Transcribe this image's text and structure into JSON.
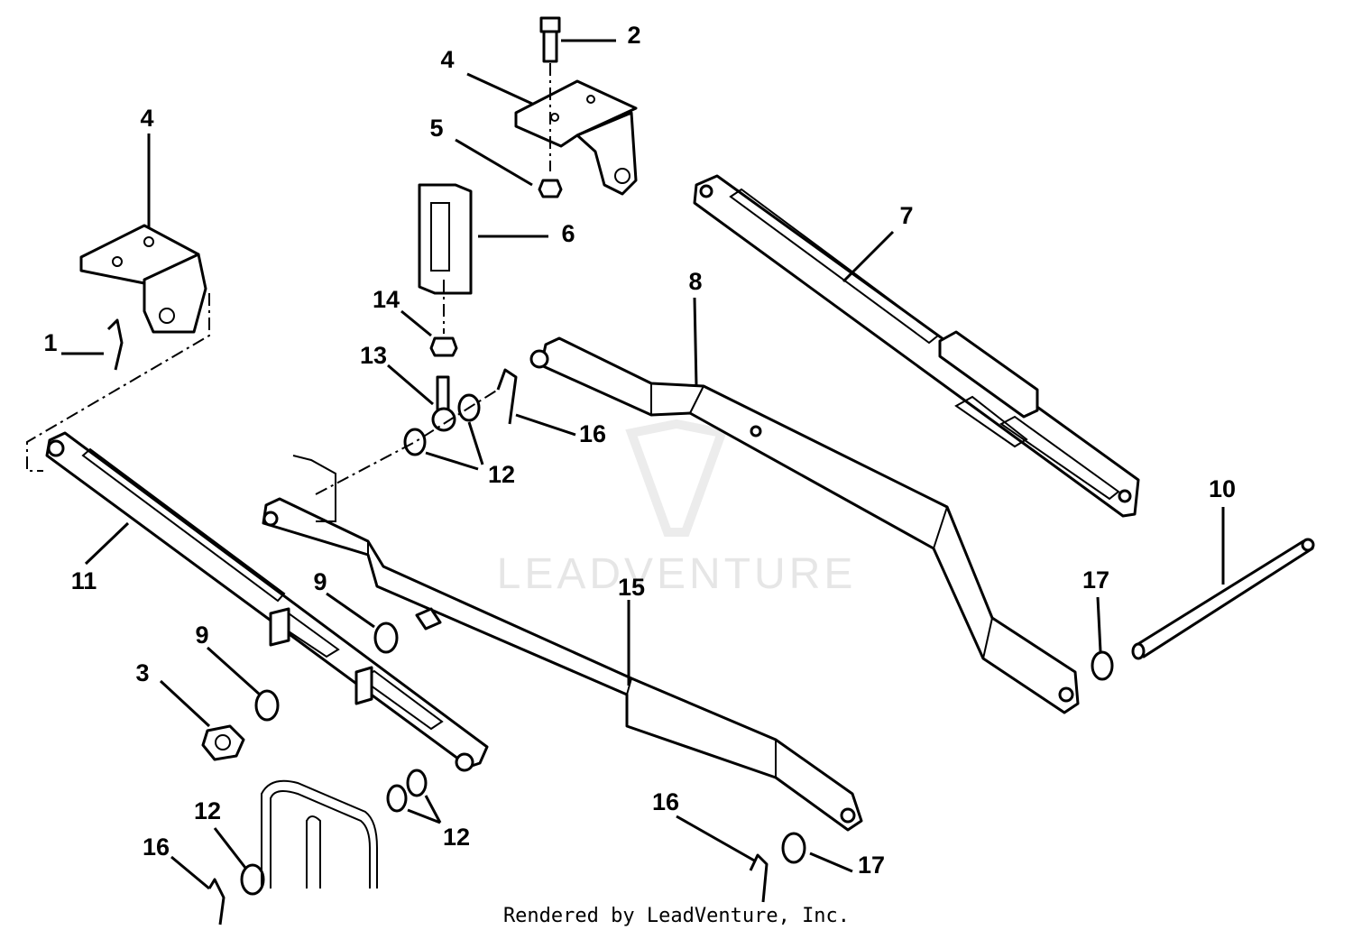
{
  "watermark": {
    "text": "LEADVENTURE"
  },
  "footer": {
    "text": "Rendered by LeadVenture, Inc."
  },
  "callouts": [
    {
      "id": "c2",
      "label": "2"
    },
    {
      "id": "c4a",
      "label": "4"
    },
    {
      "id": "c5",
      "label": "5"
    },
    {
      "id": "c4b",
      "label": "4"
    },
    {
      "id": "c6",
      "label": "6"
    },
    {
      "id": "c7",
      "label": "7"
    },
    {
      "id": "c8",
      "label": "8"
    },
    {
      "id": "c14",
      "label": "14"
    },
    {
      "id": "c1",
      "label": "1"
    },
    {
      "id": "c13",
      "label": "13"
    },
    {
      "id": "c16a",
      "label": "16"
    },
    {
      "id": "c12a",
      "label": "12"
    },
    {
      "id": "c10",
      "label": "10"
    },
    {
      "id": "c11",
      "label": "11"
    },
    {
      "id": "c9a",
      "label": "9"
    },
    {
      "id": "c15",
      "label": "15"
    },
    {
      "id": "c17a",
      "label": "17"
    },
    {
      "id": "c9b",
      "label": "9"
    },
    {
      "id": "c3",
      "label": "3"
    },
    {
      "id": "c12b",
      "label": "12"
    },
    {
      "id": "c16b",
      "label": "16"
    },
    {
      "id": "c12c",
      "label": "12"
    },
    {
      "id": "c16c",
      "label": "16"
    },
    {
      "id": "c17b",
      "label": "17"
    }
  ]
}
